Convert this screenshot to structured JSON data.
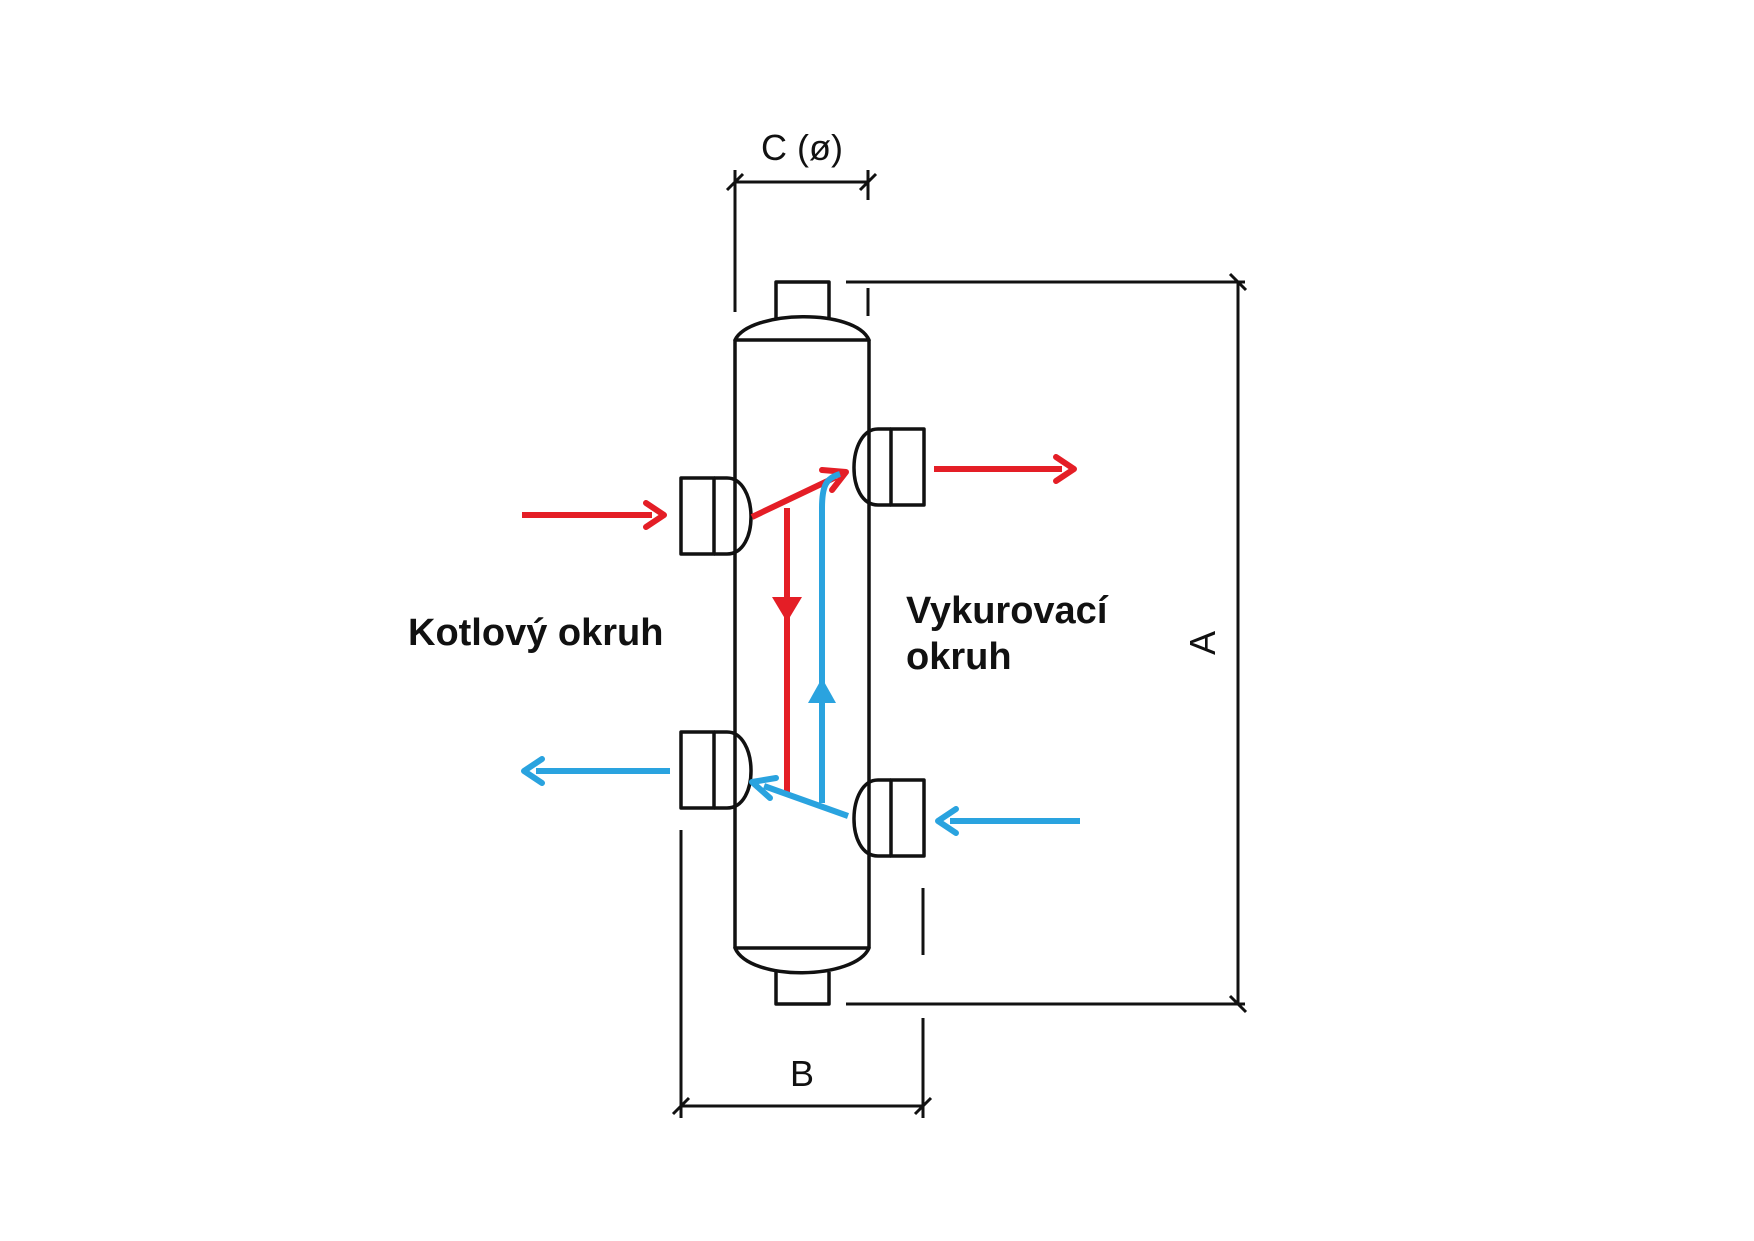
{
  "dimensions": {
    "height_label": "A",
    "width_label": "B",
    "diameter_label": "C (ø)"
  },
  "labels": {
    "boiler_circuit": "Kotlový okruh",
    "heating_circuit_line1": "Vykurovací",
    "heating_circuit_line2": "okruh"
  },
  "colors": {
    "hot": "#e41e26",
    "cold": "#2aa3df",
    "outline": "#111111"
  }
}
